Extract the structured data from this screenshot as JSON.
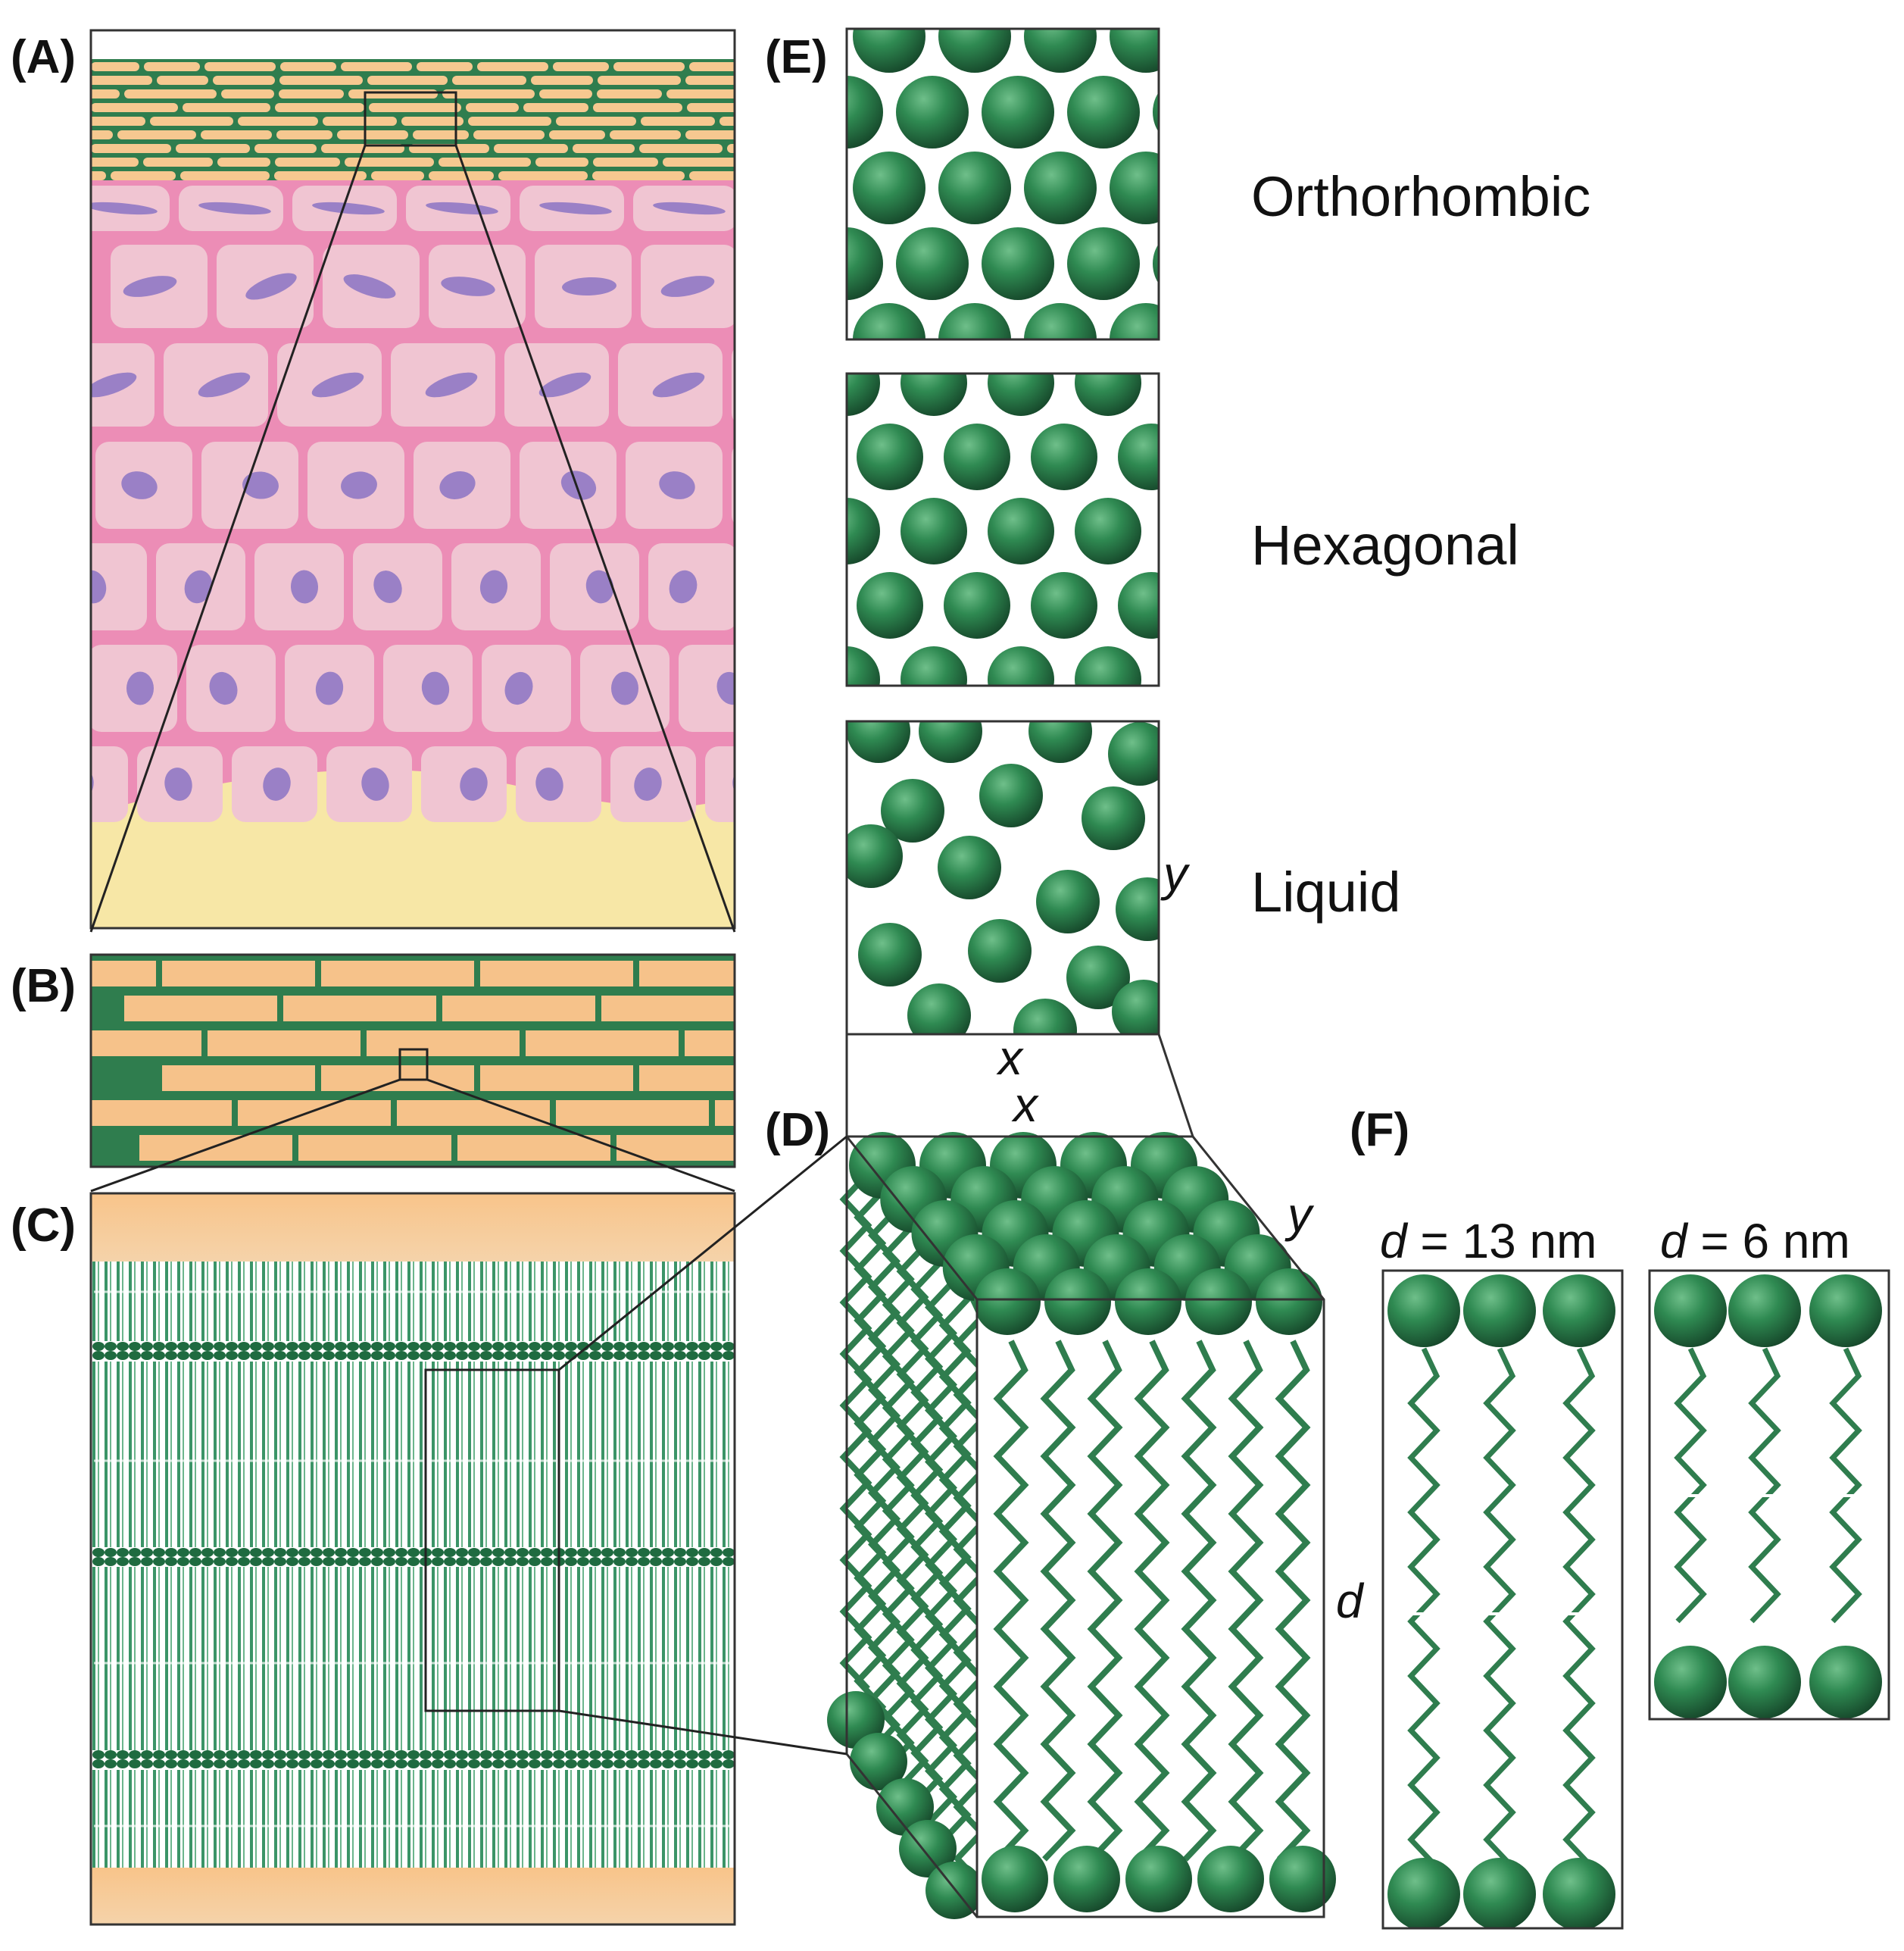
{
  "panels": {
    "A": "(A)",
    "B": "(B)",
    "C": "(C)",
    "D": "(D)",
    "E": "(E)",
    "F": "(F)"
  },
  "packing": {
    "orthorhombic": "Orthorhombic",
    "hexagonal": "Hexagonal",
    "liquid": "Liquid"
  },
  "axes": {
    "x_upper": "x",
    "x_lower": "x",
    "y_liquid": "y",
    "y_block": "y",
    "d_block": "d"
  },
  "spacing": {
    "long": {
      "symbol": "d",
      "rest": " = 13 nm"
    },
    "short": {
      "symbol": "d",
      "rest": " = 6 nm"
    }
  },
  "colors": {
    "lipid_green": "#2f7d4e",
    "lipid_dark": "#1d5c37",
    "corneocyte_orange": "#f6c890",
    "cell_pink": "#f0c5d2",
    "membrane_pink": "#ec8db6",
    "nucleus_purple": "#9a80c6",
    "dermis_yellow": "#f7e7a6"
  }
}
